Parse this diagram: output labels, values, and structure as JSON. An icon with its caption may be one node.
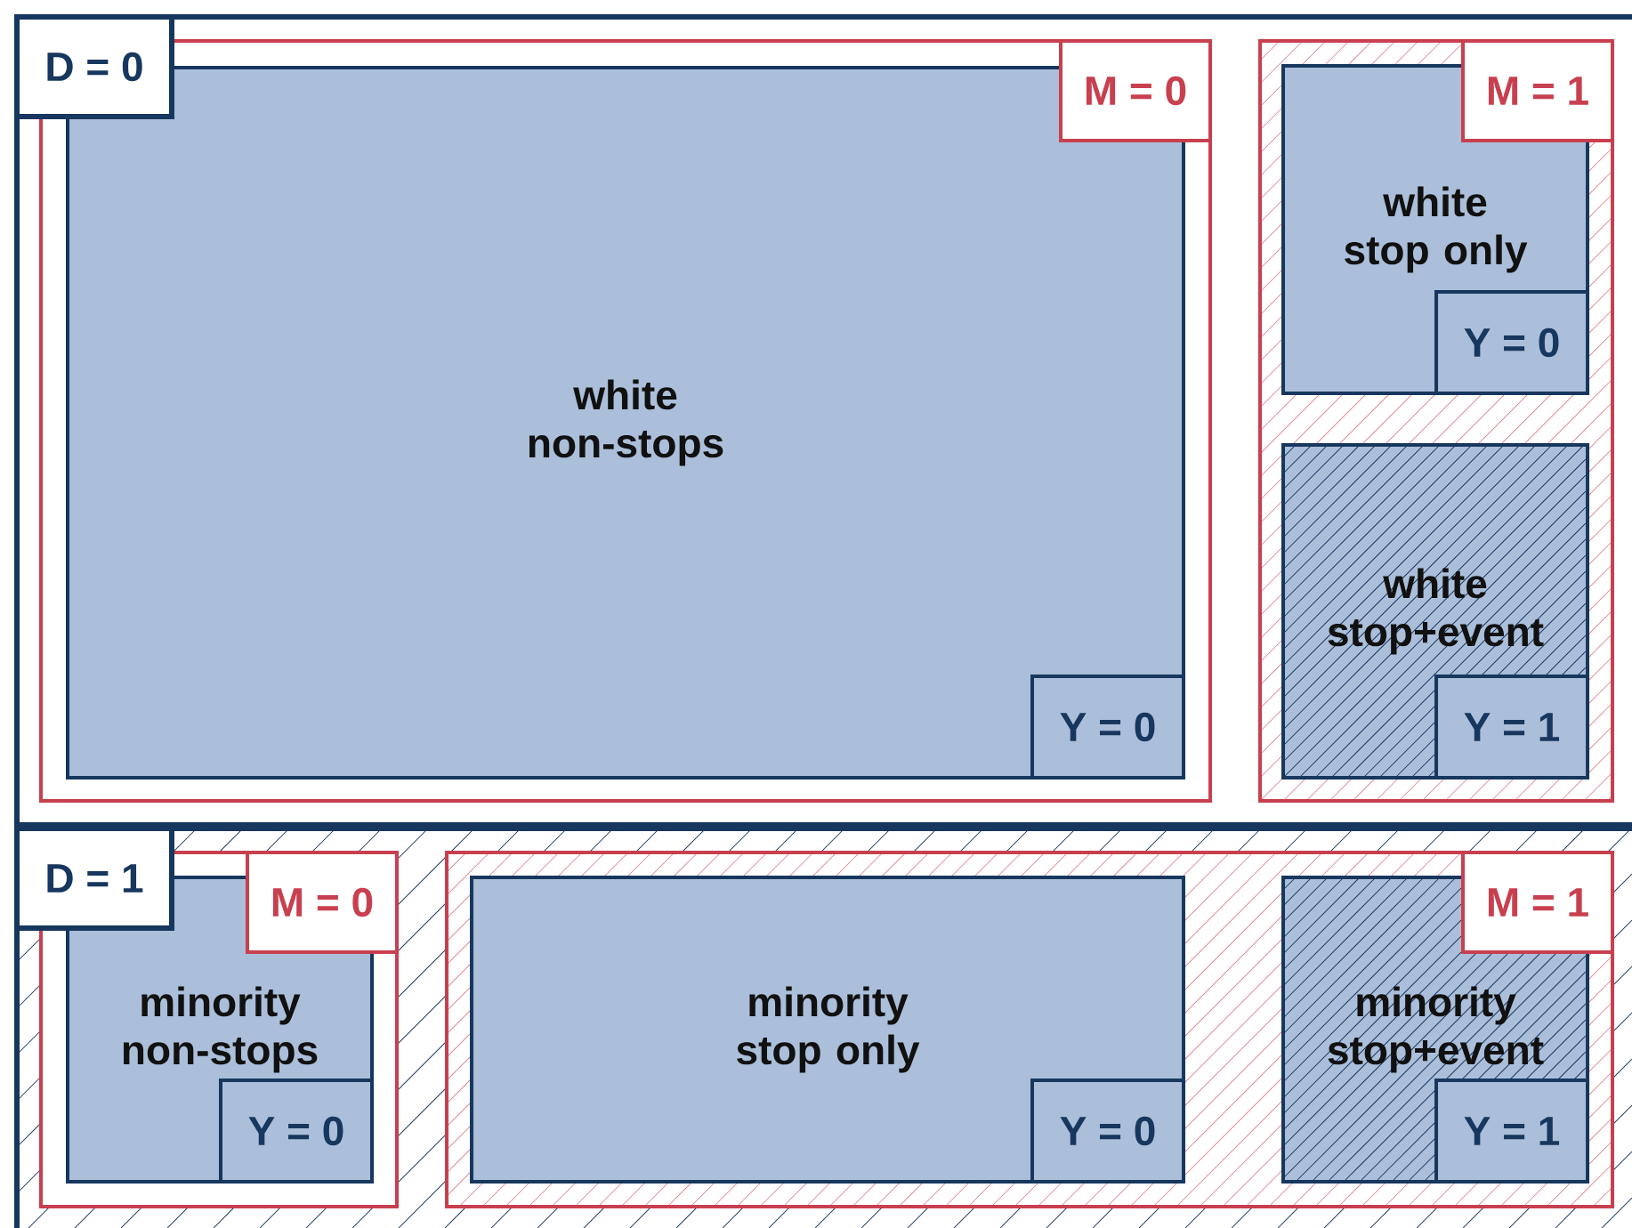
{
  "diagram": {
    "nodes": [
      {
        "text": [],
        "shape": "box"
      },
      {
        "text": [
          "D = 0"
        ],
        "in": 0
      },
      {
        "text": [],
        "shape": "box",
        "in": 0
      },
      {
        "text": [
          "M = 0"
        ],
        "in": 2
      },
      {
        "text": [
          "white non-stops",
          "Y = 0"
        ],
        "in": 2
      },
      {
        "text": [],
        "shape": "box",
        "in": 0
      },
      {
        "text": [
          "M = 1"
        ],
        "in": 5
      },
      {
        "text": [
          "white stop only",
          "Y = 0"
        ],
        "in": 5
      },
      {
        "text": [
          "white stop+event",
          "Y = 1"
        ],
        "in": 5
      },
      {
        "text": [],
        "shape": "box"
      },
      {
        "text": [
          "D = 1"
        ],
        "in": 9
      },
      {
        "text": [],
        "shape": "box",
        "in": 9
      },
      {
        "text": [
          "M = 0"
        ],
        "in": 11
      },
      {
        "text": [
          "minority non-stops",
          "Y = 0"
        ],
        "in": 11
      },
      {
        "text": [],
        "shape": "box",
        "in": 9
      },
      {
        "text": [
          "M = 1"
        ],
        "in": 14
      },
      {
        "text": [
          "minority stop only",
          "Y = 0"
        ],
        "in": 14
      },
      {
        "text": [
          "minority stop+event",
          "Y = 1"
        ],
        "in": 14
      }
    ]
  }
}
